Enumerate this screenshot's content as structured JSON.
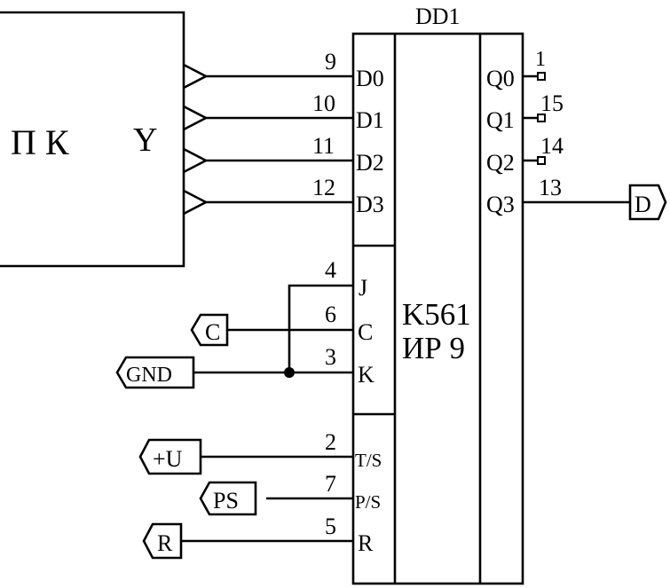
{
  "chip": {
    "designator": "DD1",
    "part_line1": "K561",
    "part_line2": "ИР 9"
  },
  "source_block": {
    "label_left": "П К",
    "label_right": "Y"
  },
  "inputs": {
    "d0": {
      "label": "D0",
      "pin": "9"
    },
    "d1": {
      "label": "D1",
      "pin": "10"
    },
    "d2": {
      "label": "D2",
      "pin": "11"
    },
    "d3": {
      "label": "D3",
      "pin": "12"
    },
    "j": {
      "label": "J",
      "pin": "4"
    },
    "c": {
      "label": "C",
      "pin": "6"
    },
    "k": {
      "label": "K",
      "pin": "3"
    },
    "ts": {
      "label": "T/S",
      "pin": "2"
    },
    "ps": {
      "label": "P/S",
      "pin": "7"
    },
    "r": {
      "label": "R",
      "pin": "5"
    }
  },
  "outputs": {
    "q0": {
      "label": "Q0",
      "pin": "1"
    },
    "q1": {
      "label": "Q1",
      "pin": "15"
    },
    "q2": {
      "label": "Q2",
      "pin": "14"
    },
    "q3": {
      "label": "Q3",
      "pin": "13"
    }
  },
  "connectors": {
    "c": "C",
    "gnd": "GND",
    "plus_u": "+U",
    "ps": "PS",
    "r": "R",
    "d": "D"
  }
}
